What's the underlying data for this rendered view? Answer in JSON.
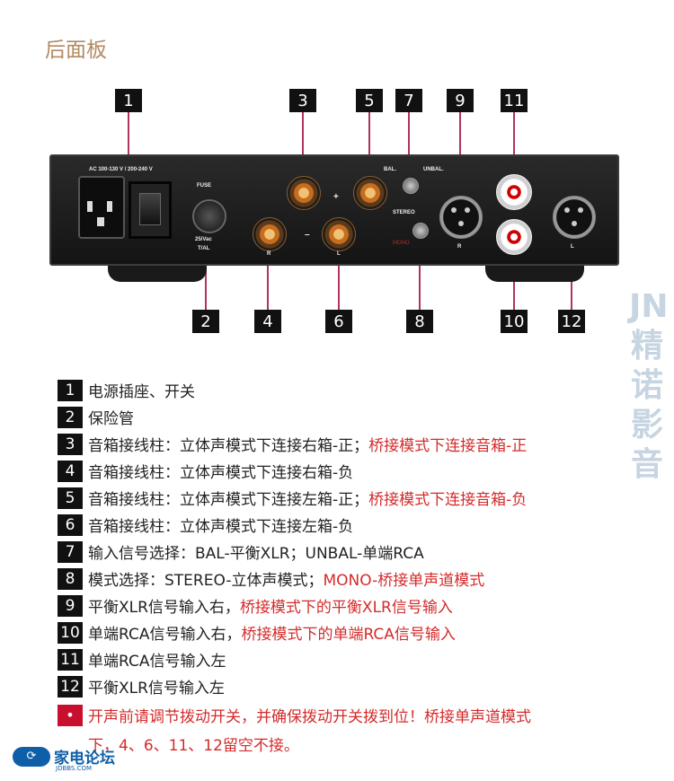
{
  "title": "后面板",
  "callouts": {
    "n1": "1",
    "n2": "2",
    "n3": "3",
    "n4": "4",
    "n5": "5",
    "n6": "6",
    "n7": "7",
    "n8": "8",
    "n9": "9",
    "n10": "10",
    "n11": "11",
    "n12": "12"
  },
  "panel": {
    "ac_label": "AC 100-130 V / 200-240 V",
    "fuse_label": "FUSE",
    "fuse_rating": "25/Vac",
    "fuse_type": "T/AL",
    "bal_label": "BAL.",
    "unbal_label": "UNBAL.",
    "stereo_label": "STEREO",
    "mono_label": "MONO",
    "plus": "+",
    "minus": "–",
    "r_label": "R",
    "l_label": "L"
  },
  "legend": [
    {
      "num": "1",
      "text": "电源插座、开关",
      "red": ""
    },
    {
      "num": "2",
      "text": "保险管",
      "red": ""
    },
    {
      "num": "3",
      "text": "音箱接线柱：立体声模式下连接右箱-正；",
      "red": "桥接模式下连接音箱-正"
    },
    {
      "num": "4",
      "text": "音箱接线柱：立体声模式下连接右箱-负",
      "red": ""
    },
    {
      "num": "5",
      "text": "音箱接线柱：立体声模式下连接左箱-正；",
      "red": "桥接模式下连接音箱-负"
    },
    {
      "num": "6",
      "text": "音箱接线柱：立体声模式下连接左箱-负",
      "red": ""
    },
    {
      "num": "7",
      "text": "输入信号选择：BAL-平衡XLR；UNBAL-单端RCA",
      "red": ""
    },
    {
      "num": "8",
      "text": "模式选择：STEREO-立体声模式；",
      "red": "MONO-桥接单声道模式"
    },
    {
      "num": "9",
      "text": "平衡XLR信号输入右，",
      "red": "桥接模式下的平衡XLR信号输入"
    },
    {
      "num": "10",
      "text": "单端RCA信号输入右，",
      "red": "桥接模式下的单端RCA信号输入"
    },
    {
      "num": "11",
      "text": "单端RCA信号输入左",
      "red": ""
    },
    {
      "num": "12",
      "text": "平衡XLR信号输入左",
      "red": ""
    }
  ],
  "note": {
    "bullet": "•",
    "line1": "开声前请调节拨动开关，并确保拨动开关拨到位！桥接单声道模式",
    "line2": "下，4、6、11、12留空不接。"
  },
  "brand_vertical": "JN精诺影音",
  "logo": {
    "mark": "⟳",
    "name": "家电论坛",
    "url": "JDBBS.COM"
  },
  "colors": {
    "accent": "#b0355a",
    "note_red": "#d42b2b",
    "title": "#b38a63"
  }
}
